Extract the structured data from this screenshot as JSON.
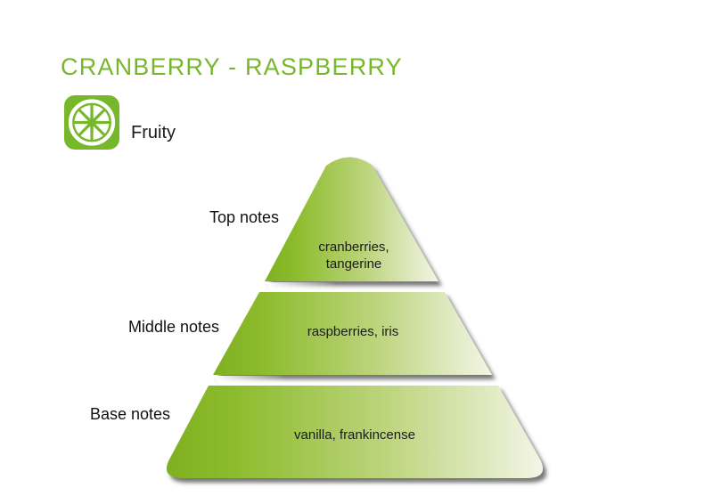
{
  "title": "CRANBERRY - RASPBERRY",
  "category": {
    "label": "Fruity",
    "icon": "citrus-slice-icon"
  },
  "colors": {
    "accent_green": "#76b82a",
    "pyramid_green_left": "#7fb021",
    "pyramid_pale_right": "#f3f5e6",
    "divider_shadow_gray": "#5f5f5f",
    "text_black": "#1a1a1a"
  },
  "pyramid": {
    "levels": [
      {
        "label": "Top notes",
        "notes": "cranberries, tangerine",
        "notes_lines": [
          "cranberries,",
          "tangerine"
        ]
      },
      {
        "label": "Middle notes",
        "notes": "raspberries, iris"
      },
      {
        "label": "Base notes",
        "notes": "vanilla, frankincense"
      }
    ]
  }
}
